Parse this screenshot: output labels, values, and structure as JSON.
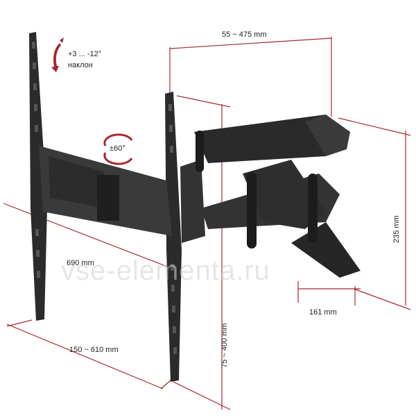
{
  "image": {
    "watermark": "vse-elementa.ru",
    "accent_color": "#a8282d",
    "mount_color": "#2b2b2b",
    "labels": {
      "tilt": "+3 ... -12°",
      "tilt_word": "наклон",
      "swivel": "±60°",
      "top_width": "55 ~ 475 mm",
      "height_right": "235 mm",
      "depth_small": "161 mm",
      "depth_large": "690 mm",
      "vesa_horizontal": "150 ~ 610 mm",
      "vesa_vertical": "75 ~ 400 mm"
    }
  }
}
